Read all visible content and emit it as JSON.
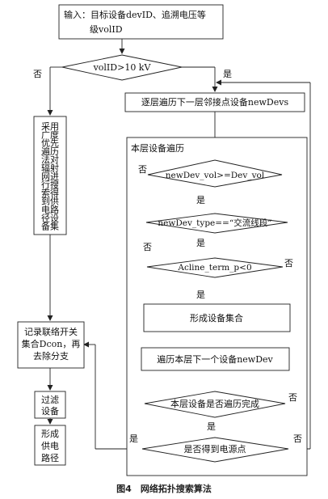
{
  "nodes": {
    "input_line1": "输入：目标设备devID、追溯电压等",
    "input_line2": "级volID",
    "decision_voltage": "volID>10 kV",
    "traverse_next_layer": "逐层遍历下一层邻接点设备newDevs",
    "breadth_first": [
      "采用",
      "广度",
      "优先",
      "遍历",
      "法对",
      "辐射",
      "网进",
      "行搜",
      "索得",
      "到供",
      "电路",
      "径设",
      "备集"
    ],
    "layer_traversal_title": "本层设备遍历",
    "decision_vol_compare": "newDev_vol>=Dev_vol",
    "decision_type": "newDev_type==“交流线段”",
    "decision_acline": "Acline_term_p<0",
    "form_device_set": "形成设备集合",
    "traverse_next_device": "遍历本层下一个设备newDev",
    "decision_layer_done": "本层设备是否遍历完成",
    "decision_power_point": "是否得到电源点",
    "record_switch_line1": "记录联络开关",
    "record_switch_line2": "集合Dcon，再",
    "record_switch_line3": "去除分支",
    "filter_line1": "过滤",
    "filter_line2": "设备",
    "path_line1": "形成",
    "path_line2": "供电",
    "path_line3": "路径"
  },
  "labels": {
    "yes": "是",
    "no": "否"
  },
  "caption": "图4　网络拓扑搜索算法"
}
